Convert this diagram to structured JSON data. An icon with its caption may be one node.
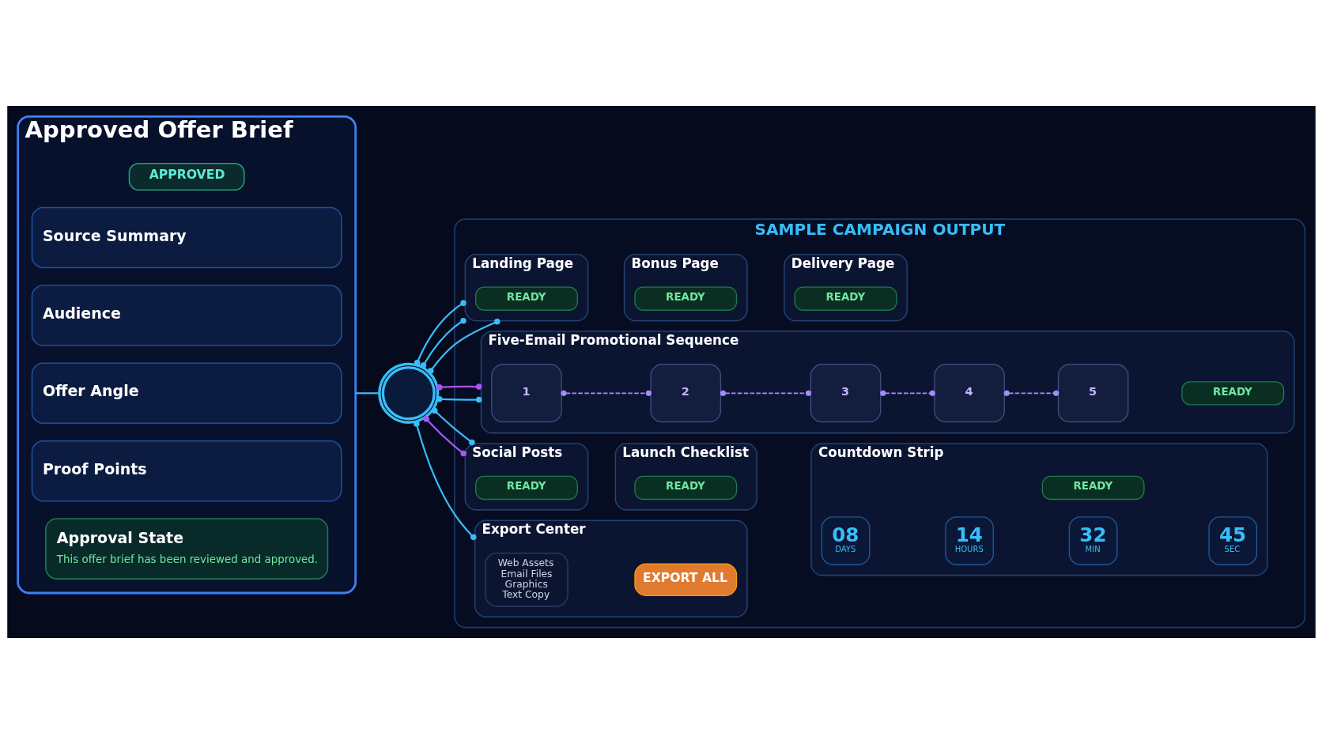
{
  "diagram": {
    "nodes": [
      {
        "text": [
          "Approved Offer Brief"
        ]
      },
      {
        "text": [
          "APPROVED"
        ],
        "in": 0
      },
      {
        "text": [
          "Source Summary"
        ],
        "in": 0
      },
      {
        "text": [
          "Audience"
        ],
        "in": 0
      },
      {
        "text": [
          "Offer Angle"
        ],
        "in": 0
      },
      {
        "text": [
          "Proof Points"
        ],
        "in": 0
      },
      {
        "text": [
          "Approval State",
          "This offer brief has been reviewed and approved."
        ],
        "in": 0
      },
      {
        "text": [],
        "shape": "circle"
      },
      {
        "text": [
          "SAMPLE CAMPAIGN OUTPUT"
        ]
      },
      {
        "text": [
          "Landing Page"
        ],
        "in": 8
      },
      {
        "text": [
          "READY"
        ],
        "in": 9
      },
      {
        "text": [
          "Bonus Page"
        ],
        "in": 8
      },
      {
        "text": [
          "READY"
        ],
        "in": 11
      },
      {
        "text": [
          "Delivery Page"
        ],
        "in": 8
      },
      {
        "text": [
          "READY"
        ],
        "in": 13
      },
      {
        "text": [
          "Five-Email Promotional Sequence"
        ],
        "in": 8
      },
      {
        "text": [
          "READY"
        ],
        "in": 15
      },
      {
        "text": [
          "1"
        ],
        "in": 15
      },
      {
        "text": [
          "2"
        ],
        "in": 15
      },
      {
        "text": [
          "3"
        ],
        "in": 15
      },
      {
        "text": [
          "4"
        ],
        "in": 15
      },
      {
        "text": [
          "5"
        ],
        "in": 15
      },
      {
        "text": [
          "Social Posts"
        ],
        "in": 8
      },
      {
        "text": [
          "READY"
        ],
        "in": 22
      },
      {
        "text": [
          "Launch Checklist"
        ],
        "in": 8
      },
      {
        "text": [
          "READY"
        ],
        "in": 24
      },
      {
        "text": [
          "Countdown Strip"
        ],
        "in": 8
      },
      {
        "text": [
          "08",
          "DAYS"
        ],
        "in": 26
      },
      {
        "text": [
          "14",
          "HOURS"
        ],
        "in": 26
      },
      {
        "text": [
          "32",
          "MIN"
        ],
        "in": 26
      },
      {
        "text": [
          "45",
          "SEC"
        ],
        "in": 26
      },
      {
        "text": [
          "READY"
        ],
        "in": 26
      },
      {
        "text": [
          "Export Center"
        ],
        "in": 8
      },
      {
        "text": [
          "Web Assets",
          "Email Files",
          "Graphics",
          "Text Copy"
        ],
        "in": 32
      },
      {
        "text": [
          "EXPORT ALL"
        ],
        "in": 32
      }
    ],
    "edges": [
      {
        "from": 0,
        "to": 7,
        "arrow": "none"
      },
      {
        "from": 7,
        "to": 9,
        "arrow": "other"
      },
      {
        "from": 7,
        "to": 9,
        "arrow": "other"
      },
      {
        "from": 7,
        "to": 9,
        "arrow": "other"
      },
      {
        "from": 7,
        "to": 15,
        "arrow": "other"
      },
      {
        "from": 7,
        "to": 15,
        "arrow": "other",
        "color": "#a855f7"
      },
      {
        "from": 7,
        "to": 22,
        "arrow": "other",
        "color": "#a855f7"
      },
      {
        "from": 7,
        "to": 22,
        "arrow": "other"
      },
      {
        "from": 7,
        "to": 32,
        "arrow": "other"
      },
      {
        "from": 17,
        "to": 18,
        "arrow": "other",
        "style": "dashed",
        "color": "#a78bfa"
      },
      {
        "from": 18,
        "to": 19,
        "arrow": "other",
        "style": "dashed",
        "color": "#a78bfa"
      },
      {
        "from": 19,
        "to": 20,
        "arrow": "other",
        "style": "dashed",
        "color": "#a78bfa"
      },
      {
        "from": 20,
        "to": 21,
        "arrow": "other",
        "style": "dashed",
        "color": "#a78bfa"
      }
    ]
  }
}
